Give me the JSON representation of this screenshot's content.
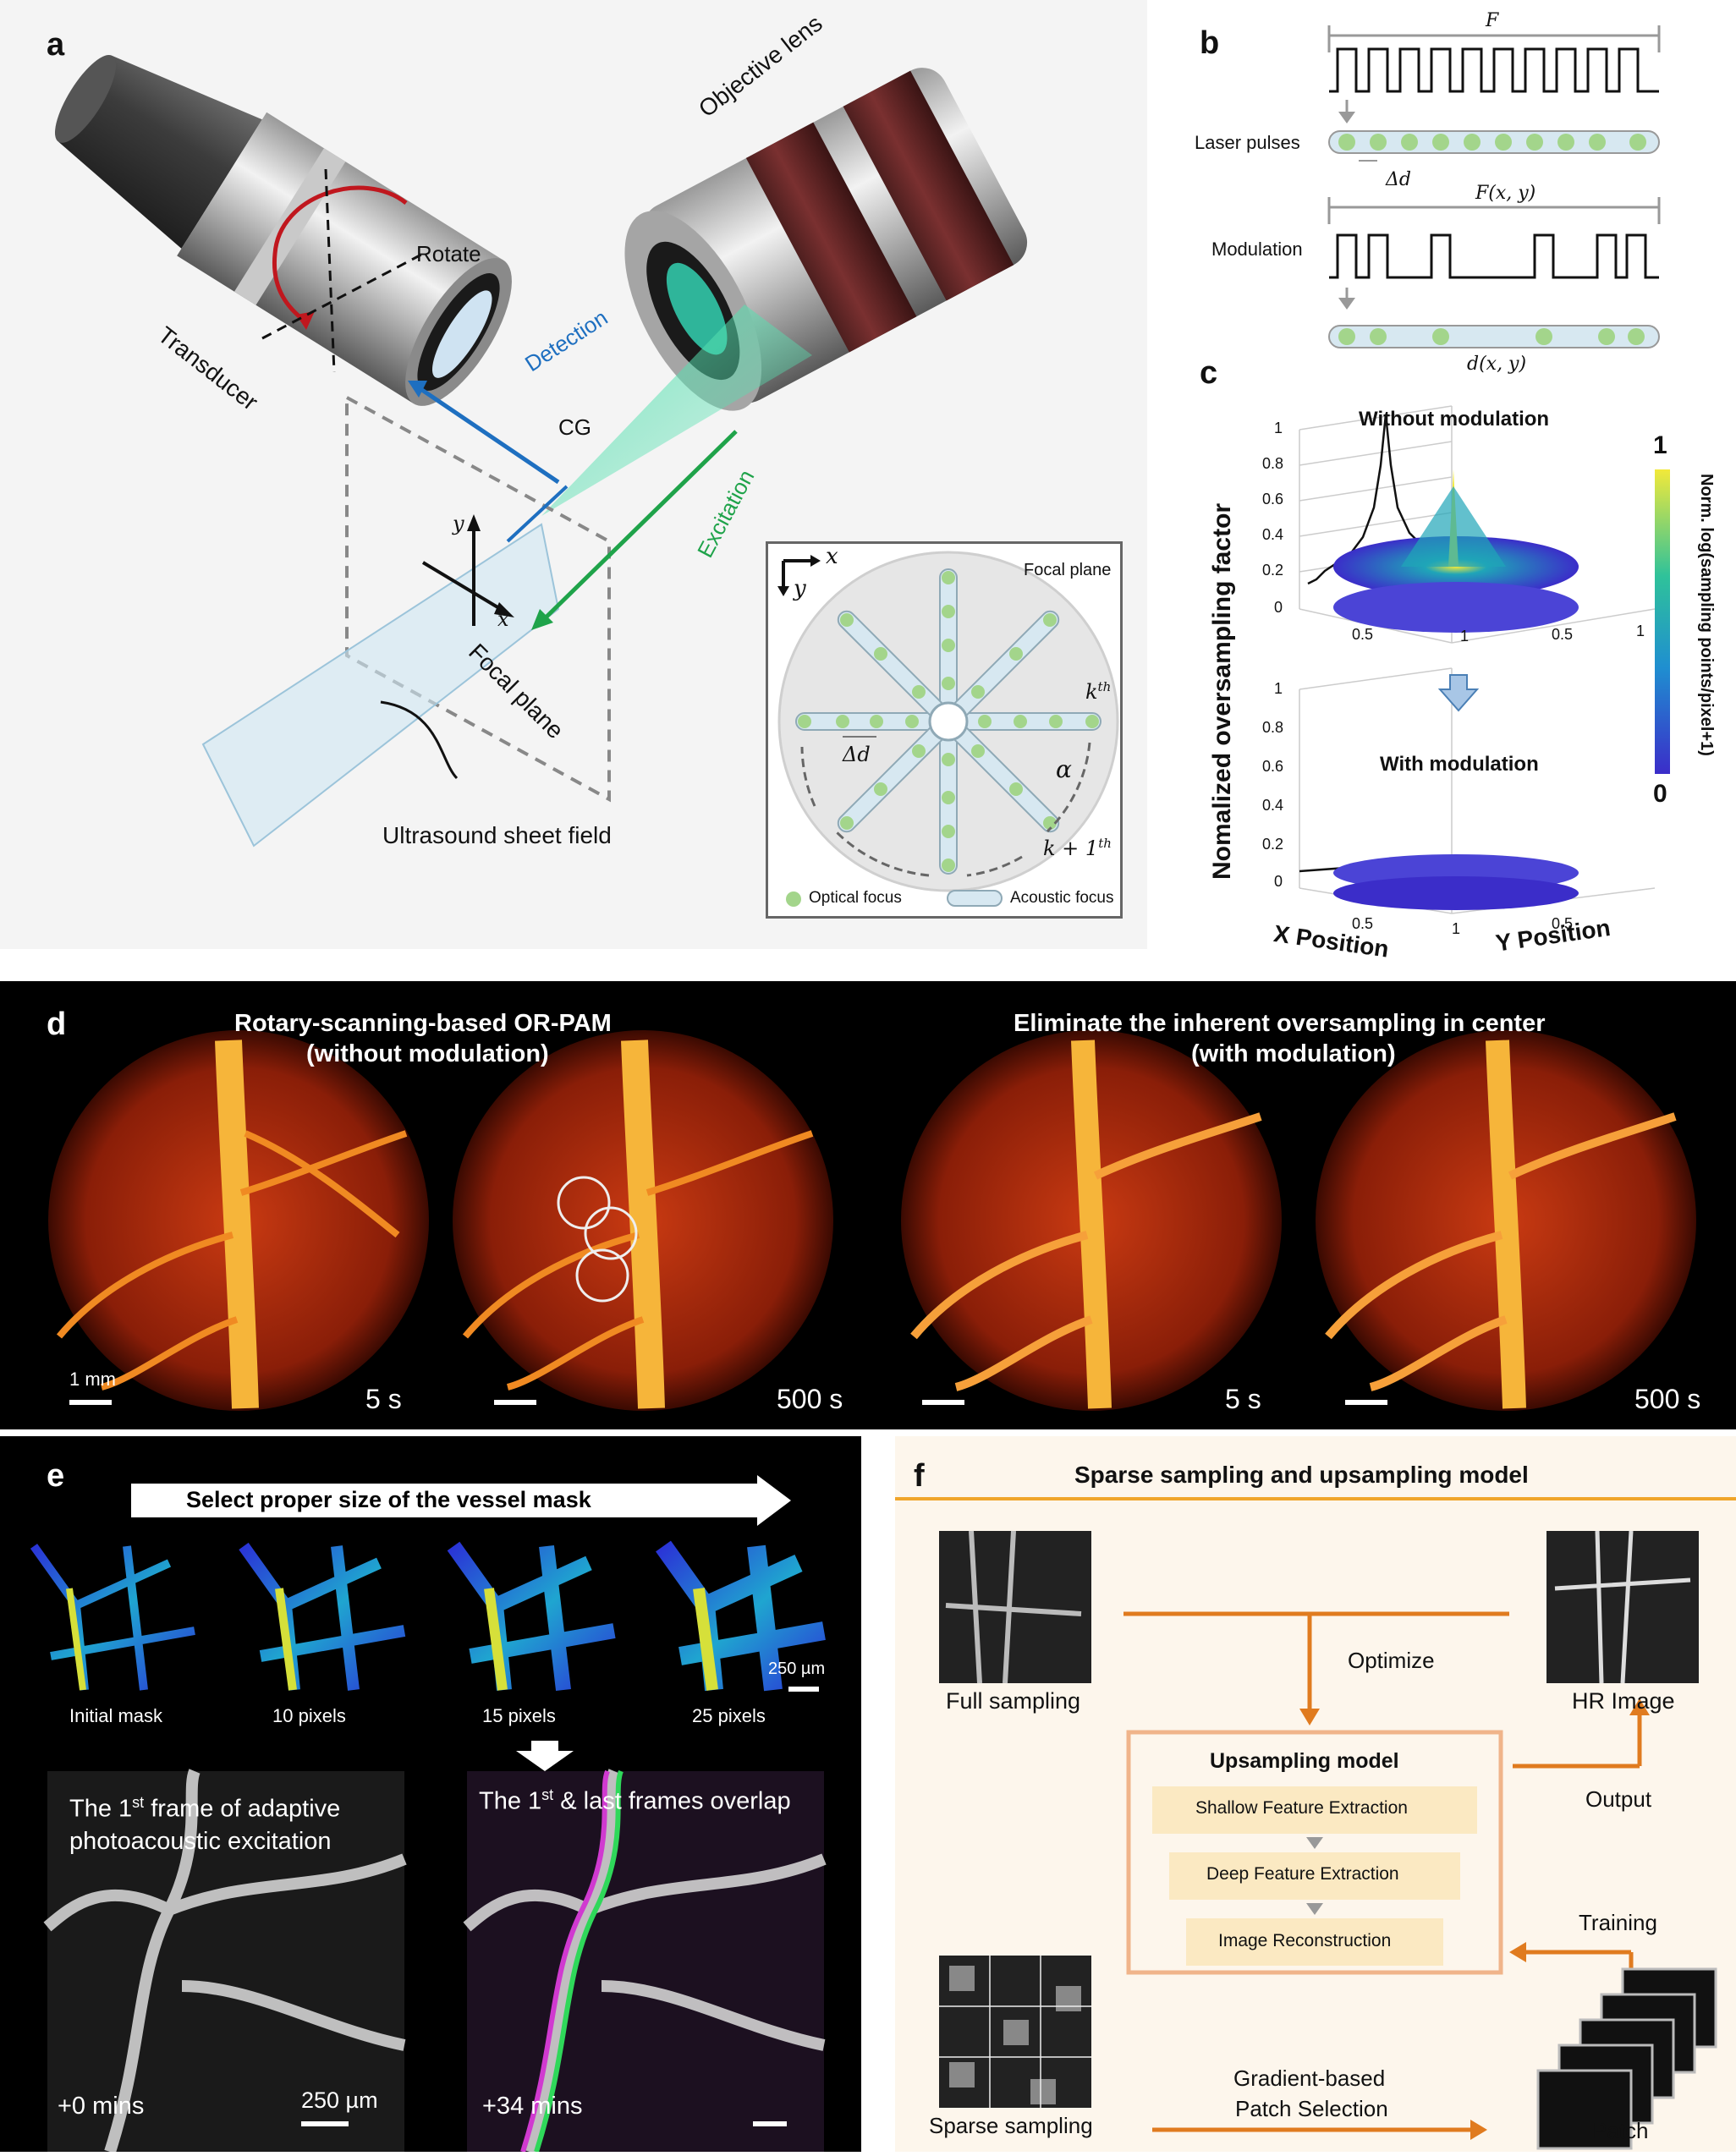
{
  "panel_a": {
    "label": "a",
    "objective_lens": "Objective lens",
    "rotate": "Rotate",
    "transducer": "Transducer",
    "detection": "Detection",
    "excitation": "Excitation",
    "cg": "CG",
    "axis_y": "y",
    "axis_x": "x",
    "focal_plane": "Focal plane",
    "ultrasound": "Ultrasound sheet field",
    "inset": {
      "axis_x": "x",
      "axis_y": "y",
      "title": "Focal plane",
      "kth": "k",
      "kth_sup": "th",
      "k1": "k + 1",
      "k1_sup": "th",
      "alpha": "α",
      "delta_d": "Δd",
      "legend_optical": "Optical focus",
      "legend_acoustic": "Acoustic focus"
    }
  },
  "panel_b": {
    "label": "b",
    "F": "F",
    "laser_pulses": "Laser pulses",
    "delta_d": "Δd",
    "Fxy": "F(x, y)",
    "modulation": "Modulation",
    "dxy": "d(x, y)"
  },
  "panel_c": {
    "label": "c",
    "ylabel": "Nomalized oversampling factor",
    "title_top": "Without modulation",
    "title_bottom": "With modulation",
    "xlabel": "X Position",
    "ylabel2": "Y Position",
    "colorbar_label": "Norm. log(sampling points/pixel+1)",
    "colorbar_max": "1",
    "colorbar_min": "0",
    "z_ticks": [
      "1",
      "0.8",
      "0.6",
      "0.4",
      "0.2",
      "0"
    ],
    "x_ticks": [
      "0.5",
      "1"
    ],
    "y_ticks": [
      "1",
      "0.5"
    ],
    "colors": {
      "low": "#3b2dc9",
      "mid": "#1fa5b8",
      "high": "#f2e93a"
    }
  },
  "panel_d": {
    "label": "d",
    "title_left_1": "Rotary-scanning-based OR-PAM",
    "title_left_2": "(without modulation)",
    "title_right_1": "Eliminate the inherent oversampling in center",
    "title_right_2": "(with modulation)",
    "scale": "1 mm",
    "times": [
      "5 s",
      "500 s",
      "5 s",
      "500 s"
    ]
  },
  "panel_e": {
    "label": "e",
    "arrow_text": "Select proper size of the vessel mask",
    "masks": [
      "Initial mask",
      "10 pixels",
      "15 pixels",
      "25 pixels"
    ],
    "scale_top": "250 µm",
    "frame1_line1_a": "The 1",
    "frame1_line1_sup": "st",
    "frame1_line1_b": " frame of adaptive",
    "frame1_line2": "photoacoustic excitation",
    "overlap_a": "The 1",
    "overlap_sup": "st",
    "overlap_b": " & last frames overlap",
    "time_left": "+0 mins",
    "time_right": "+34 mins",
    "scale_bottom": "250 µm"
  },
  "panel_f": {
    "label": "f",
    "title": "Sparse sampling and upsampling model",
    "full_sampling": "Full sampling",
    "optimize": "Optimize",
    "hr_image": "HR Image",
    "output": "Output",
    "model_title": "Upsampling model",
    "steps": [
      "Shallow Feature Extraction",
      "Deep Feature Extraction",
      "Image Reconstruction"
    ],
    "training": "Training",
    "sparse_sampling": "Sparse sampling",
    "gradient_1": "Gradient-based",
    "gradient_2": "Patch Selection",
    "patch": "Patch",
    "accent": "#e07b1f"
  }
}
